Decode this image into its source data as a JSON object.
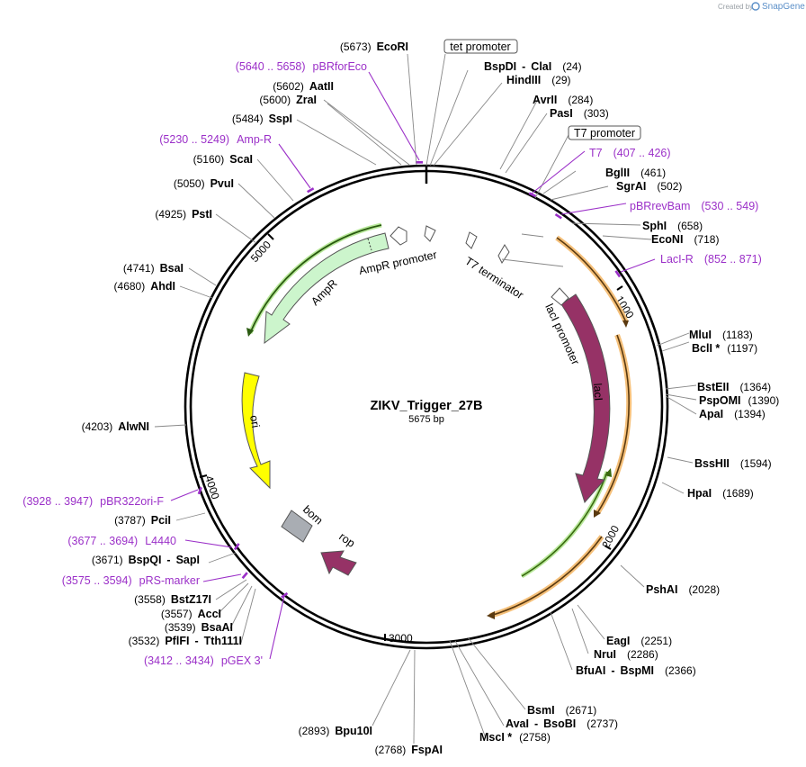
{
  "credit": {
    "created_by": "Created by",
    "brand": "SnapGene"
  },
  "plasmid": {
    "name": "ZIKV_Trigger_27B",
    "length_label": "5675 bp",
    "length": 5675
  },
  "ticks": [
    "1000",
    "2000",
    "3000",
    "4000",
    "5000"
  ],
  "features": [
    {
      "label": "AmpR",
      "color": "#ccf5cc"
    },
    {
      "label": "AmpR promoter",
      "color": "#ffffff"
    },
    {
      "label": "ori",
      "color": "#ffff00"
    },
    {
      "label": "bom",
      "color": "#a9adb3"
    },
    {
      "label": "rop",
      "color": "#963266"
    },
    {
      "label": "lacI",
      "color": "#963266"
    },
    {
      "label": "lacI promoter",
      "color": "#ffffff"
    },
    {
      "label": "T7 terminator",
      "color": "#ffffff"
    }
  ],
  "boxed_labels": [
    {
      "text": "tet promoter"
    },
    {
      "text": "T7 promoter"
    }
  ],
  "sites": [
    {
      "pos": "(5673)",
      "name": "EcoRI"
    },
    {
      "pos": "(5602)",
      "name": "AatII"
    },
    {
      "pos": "(5600)",
      "name": "ZraI"
    },
    {
      "pos": "(5484)",
      "name": "SspI"
    },
    {
      "pos": "(5160)",
      "name": "ScaI"
    },
    {
      "pos": "(5050)",
      "name": "PvuI"
    },
    {
      "pos": "(4925)",
      "name": "PstI"
    },
    {
      "pos": "(4741)",
      "name": "BsaI"
    },
    {
      "pos": "(4680)",
      "name": "AhdI"
    },
    {
      "pos": "(4203)",
      "name": "AlwNI"
    },
    {
      "pos": "(3787)",
      "name": "PciI"
    },
    {
      "pos": "(3671)",
      "name": "BspQI",
      "name2": "SapI"
    },
    {
      "pos": "(3558)",
      "name": "BstZ17I"
    },
    {
      "pos": "(3557)",
      "name": "AccI"
    },
    {
      "pos": "(3539)",
      "name": "BsaAI"
    },
    {
      "pos": "(3532)",
      "name": "PflFI",
      "name2": "Tth111I"
    },
    {
      "pos": "(2893)",
      "name": "Bpu10I"
    },
    {
      "pos": "(2768)",
      "name": "FspAI"
    },
    {
      "pos": "(24)",
      "name": "BspDI",
      "name2": "ClaI"
    },
    {
      "pos": "(29)",
      "name": "HindIII"
    },
    {
      "pos": "(284)",
      "name": "AvrII"
    },
    {
      "pos": "(303)",
      "name": "PasI"
    },
    {
      "pos": "(461)",
      "name": "BglII"
    },
    {
      "pos": "(502)",
      "name": "SgrAI"
    },
    {
      "pos": "(658)",
      "name": "SphI"
    },
    {
      "pos": "(718)",
      "name": "EcoNI"
    },
    {
      "pos": "(1183)",
      "name": "MluI"
    },
    {
      "pos": "(1197)",
      "name": "BclI *"
    },
    {
      "pos": "(1364)",
      "name": "BstEII"
    },
    {
      "pos": "(1390)",
      "name": "PspOMI"
    },
    {
      "pos": "(1394)",
      "name": "ApaI"
    },
    {
      "pos": "(1594)",
      "name": "BssHII"
    },
    {
      "pos": "(1689)",
      "name": "HpaI"
    },
    {
      "pos": "(2028)",
      "name": "PshAI"
    },
    {
      "pos": "(2251)",
      "name": "EagI"
    },
    {
      "pos": "(2286)",
      "name": "NruI"
    },
    {
      "pos": "(2366)",
      "name": "BfuAI",
      "name2": "BspMI"
    },
    {
      "pos": "(2671)",
      "name": "BsmI"
    },
    {
      "pos": "(2737)",
      "name": "AvaI",
      "name2": "BsoBI"
    },
    {
      "pos": "(2758)",
      "name": "MscI *"
    }
  ],
  "primers": [
    {
      "range": "(5640 .. 5658)",
      "name": "pBRforEco"
    },
    {
      "range": "(5230 .. 5249)",
      "name": "Amp-R"
    },
    {
      "range": "(3928 .. 3947)",
      "name": "pBR322ori-F"
    },
    {
      "range": "(3677 .. 3694)",
      "name": "L4440"
    },
    {
      "range": "(3575 .. 3594)",
      "name": "pRS-marker"
    },
    {
      "range": "(3412 .. 3434)",
      "name": "pGEX 3'"
    },
    {
      "range": "(407 .. 426)",
      "name": "T7"
    },
    {
      "range": "(530 .. 549)",
      "name": "pBRrevBam"
    },
    {
      "range": "(852 .. 871)",
      "name": "LacI-R"
    }
  ],
  "colors": {
    "primer": "#9b30c8",
    "orange_arc": "#f5a623",
    "green_arc": "#3a9a10",
    "backbone": "#000000"
  }
}
